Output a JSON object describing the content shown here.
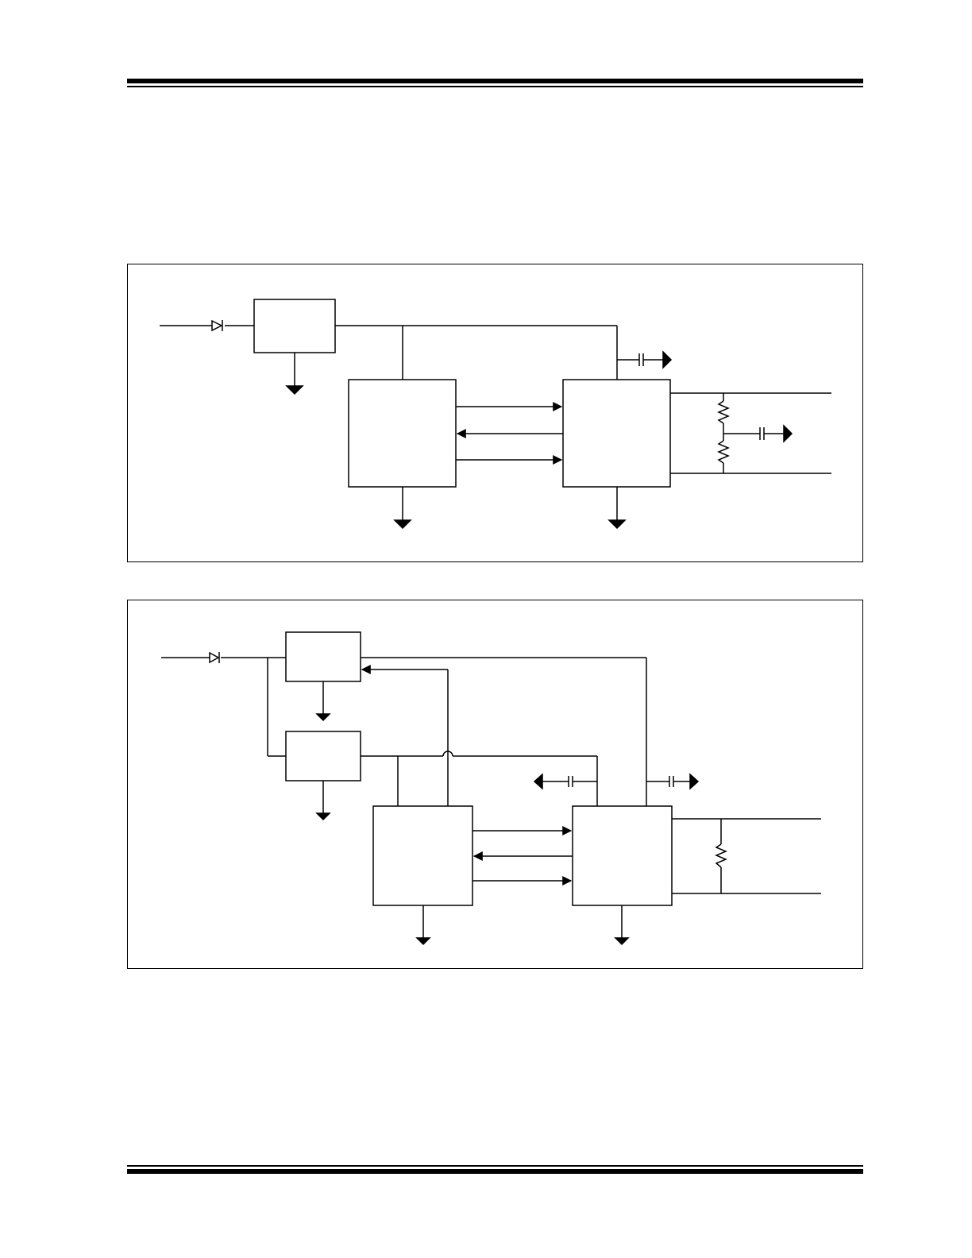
{
  "page": {
    "background": "#ffffff",
    "line_color": "#000000"
  },
  "figures": [
    {
      "name": "application-circuit-1",
      "blocks": [
        "regulator-block",
        "controller-block",
        "transceiver-block"
      ],
      "components": [
        "input-diode",
        "bypass-capacitor",
        "split-termination-resistor-top",
        "split-termination-resistor-bottom",
        "split-termination-capacitor"
      ],
      "signal_arrows": 3,
      "ground_symbols": 5
    },
    {
      "name": "application-circuit-2",
      "blocks": [
        "regulator-block-a",
        "regulator-block-b",
        "controller-block",
        "transceiver-block"
      ],
      "components": [
        "input-diode",
        "bypass-capacitor-left",
        "bypass-capacitor-right",
        "termination-resistor"
      ],
      "signal_arrows": 4,
      "ground_symbols": 6
    }
  ]
}
